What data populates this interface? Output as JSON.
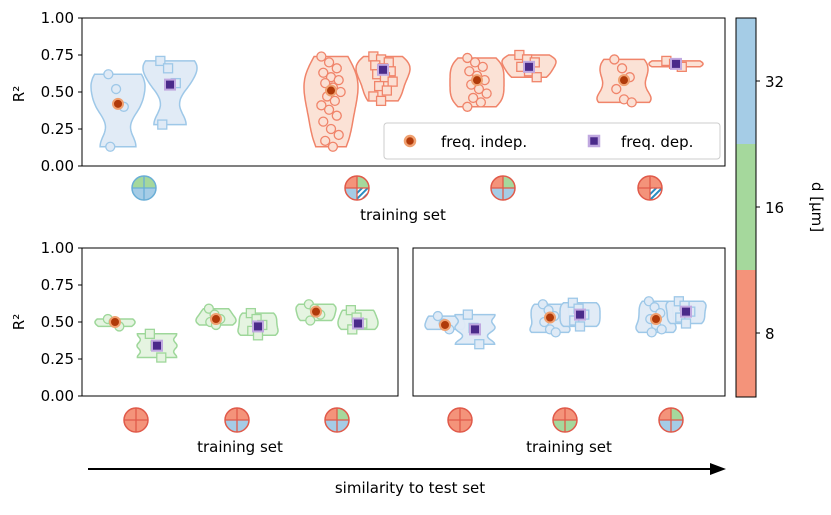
{
  "colors": {
    "d8_fill": "#fbe0d4",
    "d8_edge": "#f0846a",
    "d16_fill": "#e4f3df",
    "d16_edge": "#9ed79a",
    "d32_fill": "#dfeaf6",
    "d32_edge": "#9ec8e8",
    "indep_marker": "#b03a0a",
    "indep_marker_edge": "#f0a070",
    "dep_marker": "#4a2a8a",
    "dep_marker_edge": "#c0a8e0",
    "cbar_8": "#f4937a",
    "cbar_16": "#a5d89c",
    "cbar_32": "#a5cce6"
  },
  "legend": {
    "indep": "freq. indep.",
    "dep": "freq. dep."
  },
  "colorbar": {
    "label": "d [μm]",
    "ticks": [
      "8",
      "16",
      "32"
    ]
  },
  "arrow_label": "similarity to test set",
  "chart_data": [
    {
      "type": "violin",
      "panel": "top",
      "ylabel": "R²",
      "xlabel": "training set",
      "ylim": [
        0,
        1
      ],
      "yticks": [
        "0.00",
        "0.25",
        "0.50",
        "0.75",
        "1.00"
      ],
      "groups": [
        {
          "icon": "quad-green-blue",
          "color": "d32",
          "series": [
            {
              "name": "freq. indep.",
              "mean": 0.42,
              "points": [
                0.62,
                0.52,
                0.4,
                0.13
              ]
            },
            {
              "name": "freq. dep.",
              "mean": 0.55,
              "points": [
                0.71,
                0.66,
                0.56,
                0.28
              ]
            }
          ]
        },
        {
          "icon": "quad-red-green-blue-hatched",
          "color": "d8",
          "series": [
            {
              "name": "freq. indep.",
              "mean": 0.51,
              "points": [
                0.74,
                0.7,
                0.66,
                0.63,
                0.6,
                0.58,
                0.56,
                0.53,
                0.5,
                0.47,
                0.44,
                0.41,
                0.38,
                0.34,
                0.3,
                0.25,
                0.21,
                0.17,
                0.13
              ]
            },
            {
              "name": "freq. dep.",
              "mean": 0.65,
              "points": [
                0.74,
                0.72,
                0.7,
                0.68,
                0.66,
                0.64,
                0.62,
                0.6,
                0.57,
                0.54,
                0.51,
                0.47,
                0.44
              ]
            }
          ]
        },
        {
          "icon": "quad-red-green-blue",
          "color": "d8",
          "series": [
            {
              "name": "freq. indep.",
              "mean": 0.58,
              "points": [
                0.73,
                0.7,
                0.67,
                0.64,
                0.61,
                0.58,
                0.55,
                0.52,
                0.49,
                0.46,
                0.43,
                0.4
              ]
            },
            {
              "name": "freq. dep.",
              "mean": 0.67,
              "points": [
                0.75,
                0.72,
                0.7,
                0.67,
                0.64,
                0.6
              ]
            }
          ]
        },
        {
          "icon": "quad-red-red-blue-hatched",
          "color": "d8",
          "series": [
            {
              "name": "freq. indep.",
              "mean": 0.58,
              "points": [
                0.72,
                0.66,
                0.6,
                0.52,
                0.45,
                0.43
              ]
            },
            {
              "name": "freq. dep.",
              "mean": 0.69,
              "points": [
                0.71,
                0.69,
                0.67
              ]
            }
          ]
        }
      ]
    },
    {
      "type": "violin",
      "panel": "bottom-left",
      "ylabel": "R²",
      "xlabel": "training set",
      "ylim": [
        0,
        1
      ],
      "yticks": [
        "0.00",
        "0.25",
        "0.50",
        "0.75",
        "1.00"
      ],
      "groups": [
        {
          "icon": "quad-red",
          "color": "d16",
          "series": [
            {
              "name": "freq. indep.",
              "mean": 0.5,
              "points": [
                0.52,
                0.5,
                0.47
              ]
            },
            {
              "name": "freq. dep.",
              "mean": 0.34,
              "points": [
                0.42,
                0.34,
                0.26
              ]
            }
          ]
        },
        {
          "icon": "quad-red-blue",
          "color": "d16",
          "series": [
            {
              "name": "freq. indep.",
              "mean": 0.52,
              "points": [
                0.59,
                0.55,
                0.52,
                0.5,
                0.48
              ]
            },
            {
              "name": "freq. dep.",
              "mean": 0.47,
              "points": [
                0.56,
                0.52,
                0.48,
                0.44,
                0.41
              ]
            }
          ]
        },
        {
          "icon": "quad-red-green-blue",
          "color": "d16",
          "series": [
            {
              "name": "freq. indep.",
              "mean": 0.57,
              "points": [
                0.62,
                0.59,
                0.55,
                0.51
              ]
            },
            {
              "name": "freq. dep.",
              "mean": 0.49,
              "points": [
                0.58,
                0.53,
                0.49,
                0.45
              ]
            }
          ]
        }
      ]
    },
    {
      "type": "violin",
      "panel": "bottom-right",
      "ylabel": "",
      "xlabel": "training set",
      "ylim": [
        0,
        1
      ],
      "groups": [
        {
          "icon": "quad-red",
          "color": "d32",
          "series": [
            {
              "name": "freq. indep.",
              "mean": 0.48,
              "points": [
                0.54,
                0.49,
                0.45
              ]
            },
            {
              "name": "freq. dep.",
              "mean": 0.45,
              "points": [
                0.55,
                0.46,
                0.35
              ]
            }
          ]
        },
        {
          "icon": "quad-red-green",
          "color": "d32",
          "series": [
            {
              "name": "freq. indep.",
              "mean": 0.53,
              "points": [
                0.62,
                0.58,
                0.54,
                0.5,
                0.45,
                0.43
              ]
            },
            {
              "name": "freq. dep.",
              "mean": 0.55,
              "points": [
                0.63,
                0.59,
                0.55,
                0.51,
                0.47
              ]
            }
          ]
        },
        {
          "icon": "quad-red-green-blue",
          "color": "d32",
          "series": [
            {
              "name": "freq. indep.",
              "mean": 0.52,
              "points": [
                0.64,
                0.6,
                0.56,
                0.52,
                0.48,
                0.45,
                0.43
              ]
            },
            {
              "name": "freq. dep.",
              "mean": 0.57,
              "points": [
                0.64,
                0.61,
                0.57,
                0.53,
                0.49
              ]
            }
          ]
        }
      ]
    }
  ]
}
